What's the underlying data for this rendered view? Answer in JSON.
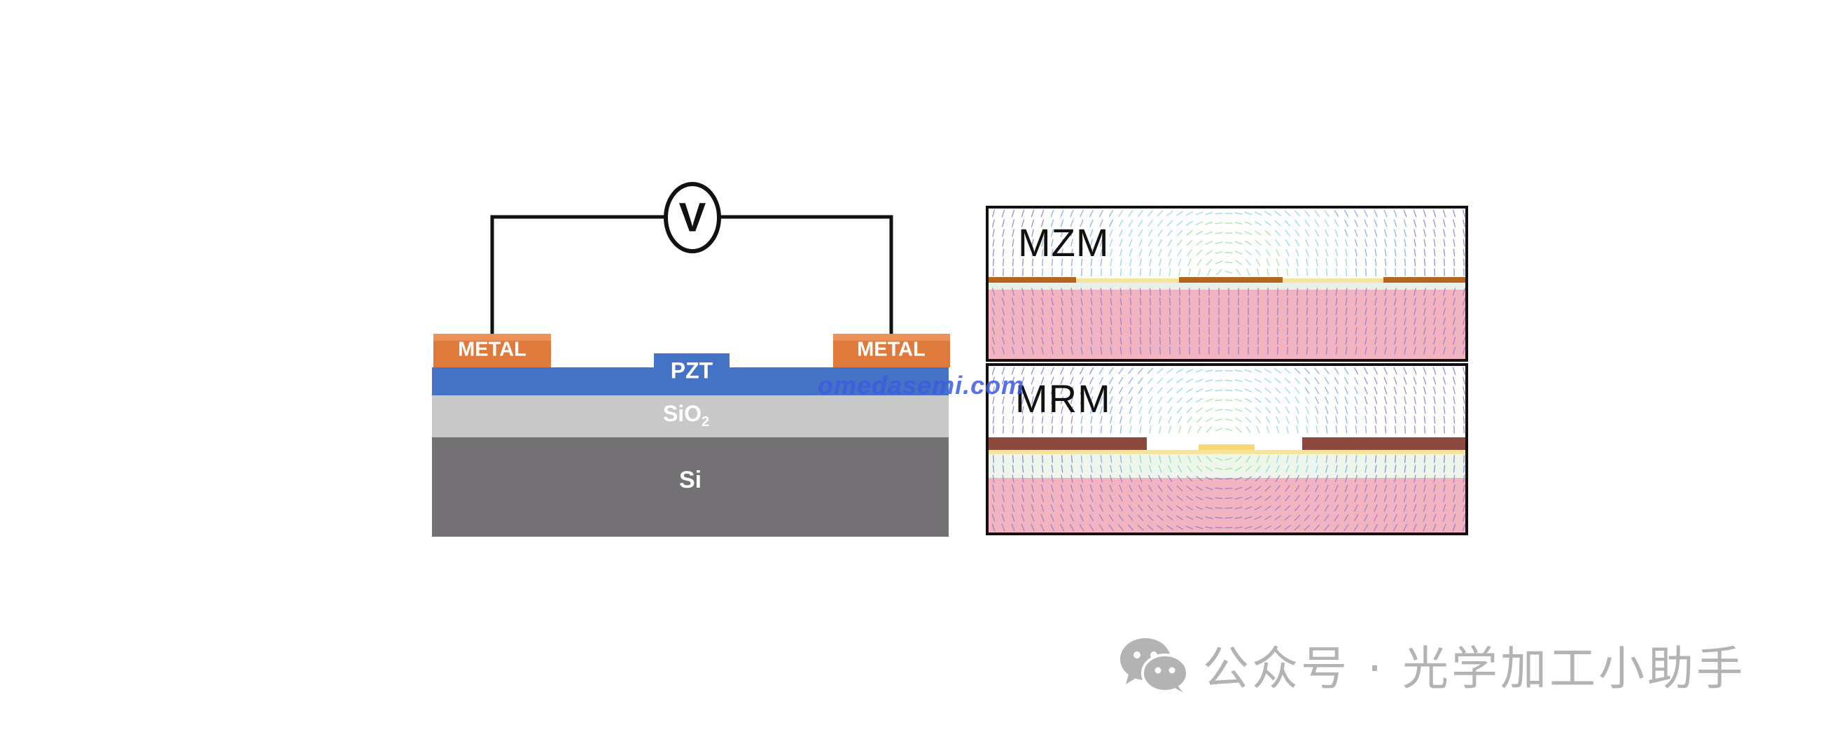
{
  "diagram": {
    "voltmeter_symbol": "V",
    "left_contact_label": "METAL",
    "right_contact_label": "METAL",
    "pzt_label": "PZT",
    "sio2_label": "SiO",
    "sio2_subscript": "2",
    "si_label": "Si"
  },
  "panels": {
    "top_label": "MZM",
    "bottom_label": "MRM"
  },
  "watermark": "omedasemi.com",
  "footer": {
    "icon": "wechat-icon",
    "text": "公众号 · 光学加工小助手"
  },
  "colors": {
    "metal": "#e07a3c",
    "pzt": "#4472c4",
    "sio2": "#c8c8c8",
    "si": "#737174",
    "panel_substrate": "#f2b4c0",
    "panel_electrode": "#8b4a3c"
  }
}
